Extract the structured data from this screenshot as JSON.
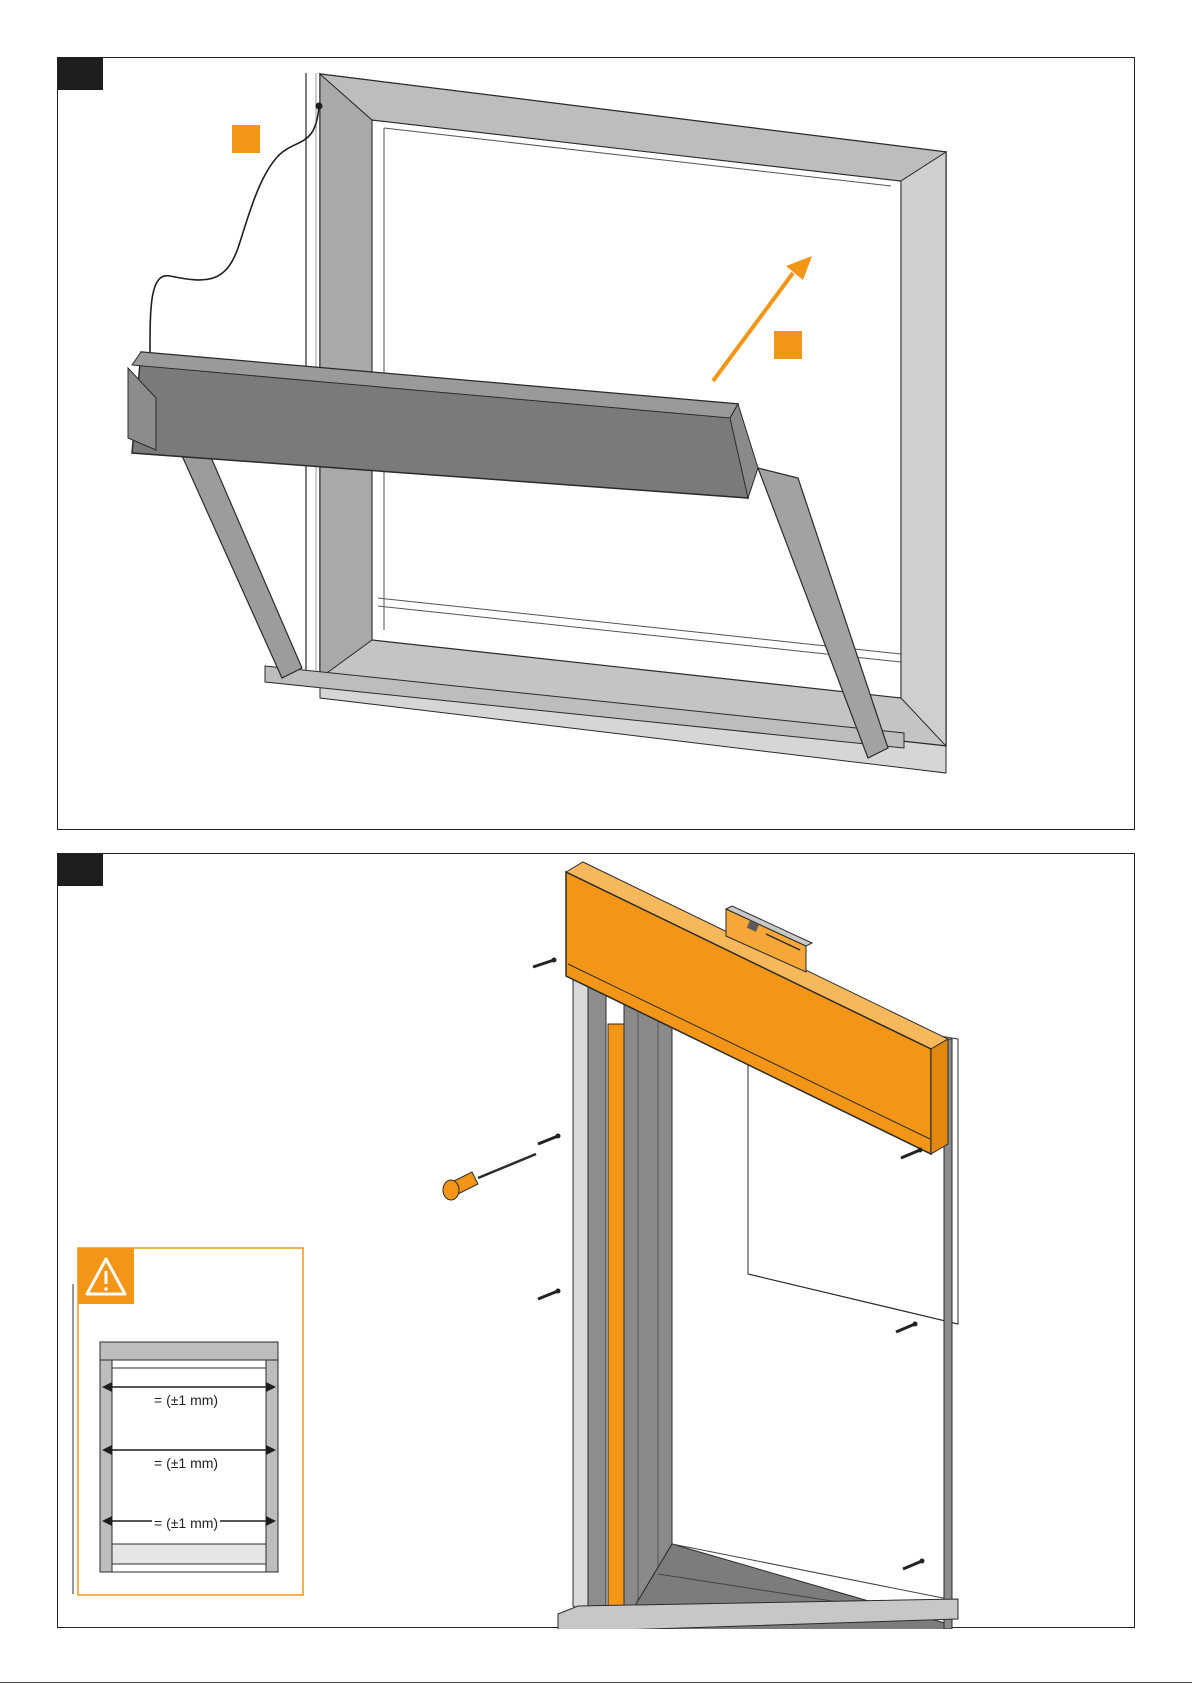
{
  "colors": {
    "accent": "#f39617",
    "frame_light": "#c8c8c8",
    "frame_mid": "#a9a9a9",
    "frame_dark": "#6f6f6f",
    "outline": "#2b2b2b",
    "step_tab": "#1e1e1e"
  },
  "icons": {
    "warning": "warning-triangle-icon",
    "screwdriver": "screwdriver-icon",
    "spirit_level": "spirit-level-icon",
    "direction_arrow": "arrow-icon"
  },
  "caution_inset": {
    "tolerance_labels": [
      "= (±1 mm)",
      "= (±1 mm)",
      "= (±1 mm)"
    ]
  }
}
